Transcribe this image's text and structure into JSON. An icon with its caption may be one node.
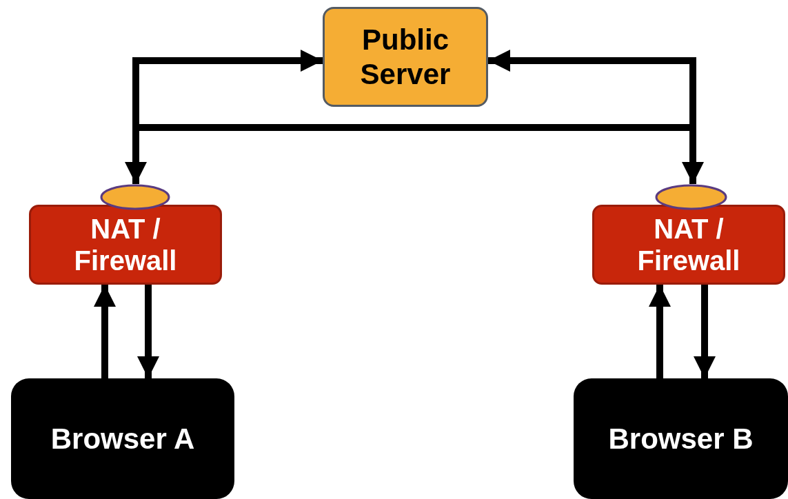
{
  "diagram": {
    "nodes": [
      {
        "text": [
          "Public Server"
        ]
      },
      {
        "text": [],
        "shape": "ellipse"
      },
      {
        "text": [],
        "shape": "ellipse"
      },
      {
        "text": [
          "NAT / Firewall"
        ]
      },
      {
        "text": [
          "NAT / Firewall"
        ]
      },
      {
        "text": [
          "Browser A"
        ]
      },
      {
        "text": [
          "Browser B"
        ]
      }
    ],
    "edges": [
      {
        "from": 1,
        "to": 0,
        "arrow": "to"
      },
      {
        "from": 2,
        "to": 0,
        "arrow": "to"
      },
      {
        "from": 1,
        "to": 2,
        "arrow": "both"
      },
      {
        "from": 5,
        "to": 3,
        "arrow": "to"
      },
      {
        "from": 3,
        "to": 5,
        "arrow": "to"
      },
      {
        "from": 6,
        "to": 4,
        "arrow": "to"
      },
      {
        "from": 4,
        "to": 6,
        "arrow": "to"
      }
    ]
  }
}
